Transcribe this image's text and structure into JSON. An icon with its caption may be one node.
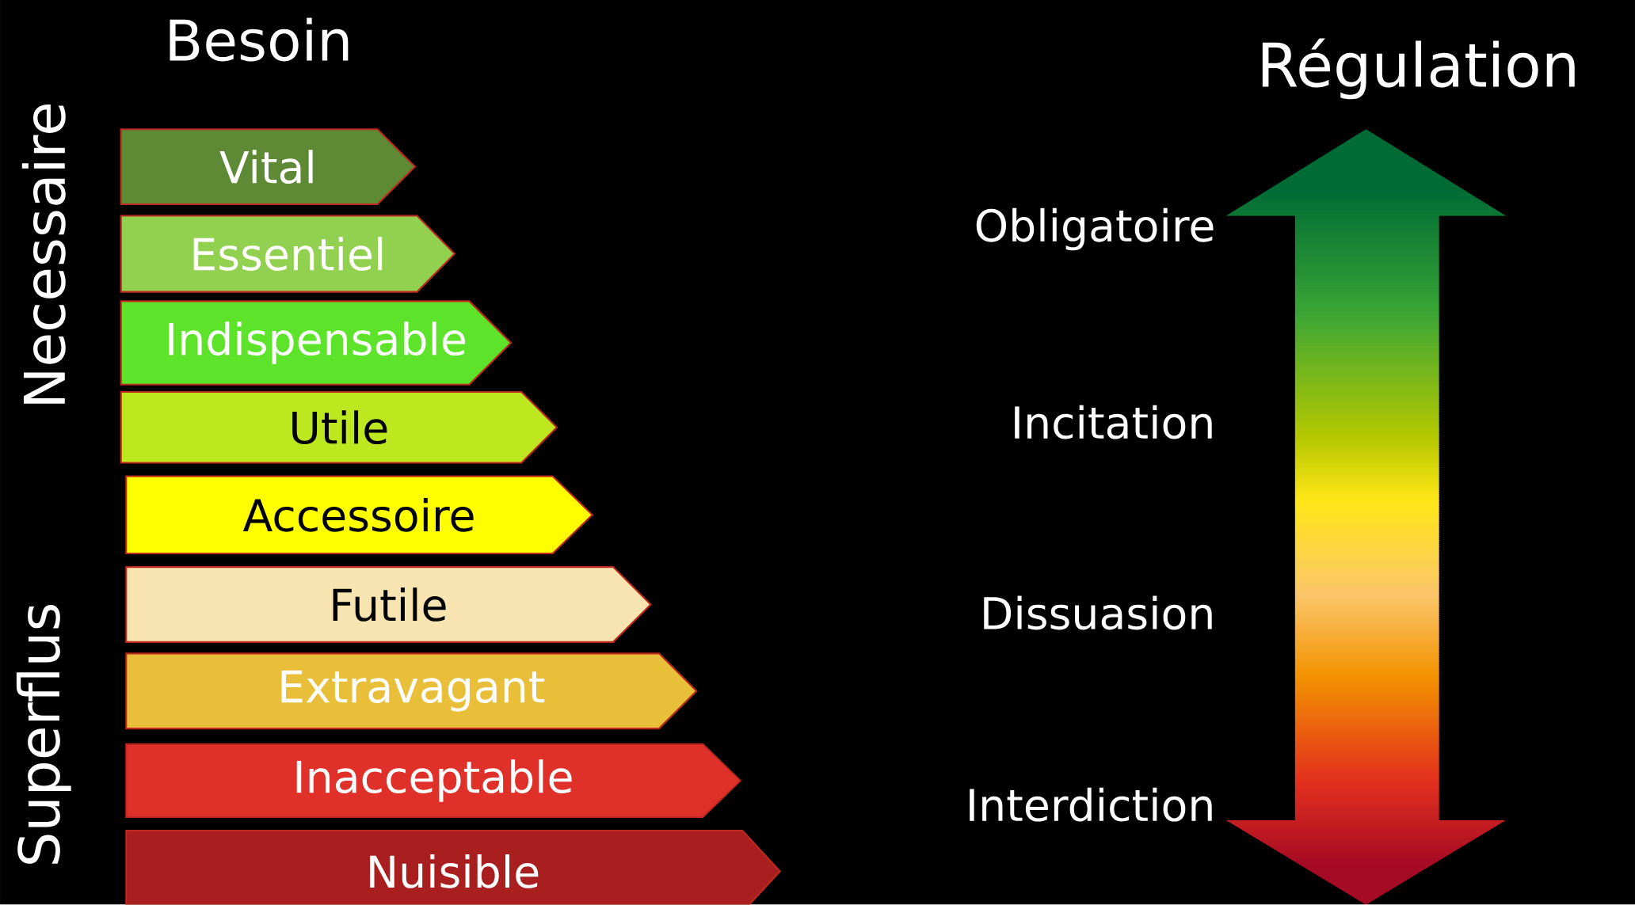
{
  "diagram": {
    "nodes": [
      {
        "text": [
          "Vital"
        ]
      },
      {
        "text": [
          "Essentiel"
        ]
      },
      {
        "text": [
          "Indispensable"
        ]
      },
      {
        "text": [
          "Utile"
        ]
      },
      {
        "text": [
          "Accessoire"
        ]
      },
      {
        "text": [
          "Futile"
        ]
      },
      {
        "text": [
          "Extravagant"
        ]
      },
      {
        "text": [
          "Inacceptable"
        ]
      },
      {
        "text": [
          "Nuisible"
        ]
      }
    ],
    "labels": [
      "Besoin",
      "Régulation",
      "Necessaire",
      "Obligatoire",
      "Incitation",
      "Dissuasion",
      "Superflus",
      "Interdiction"
    ]
  }
}
